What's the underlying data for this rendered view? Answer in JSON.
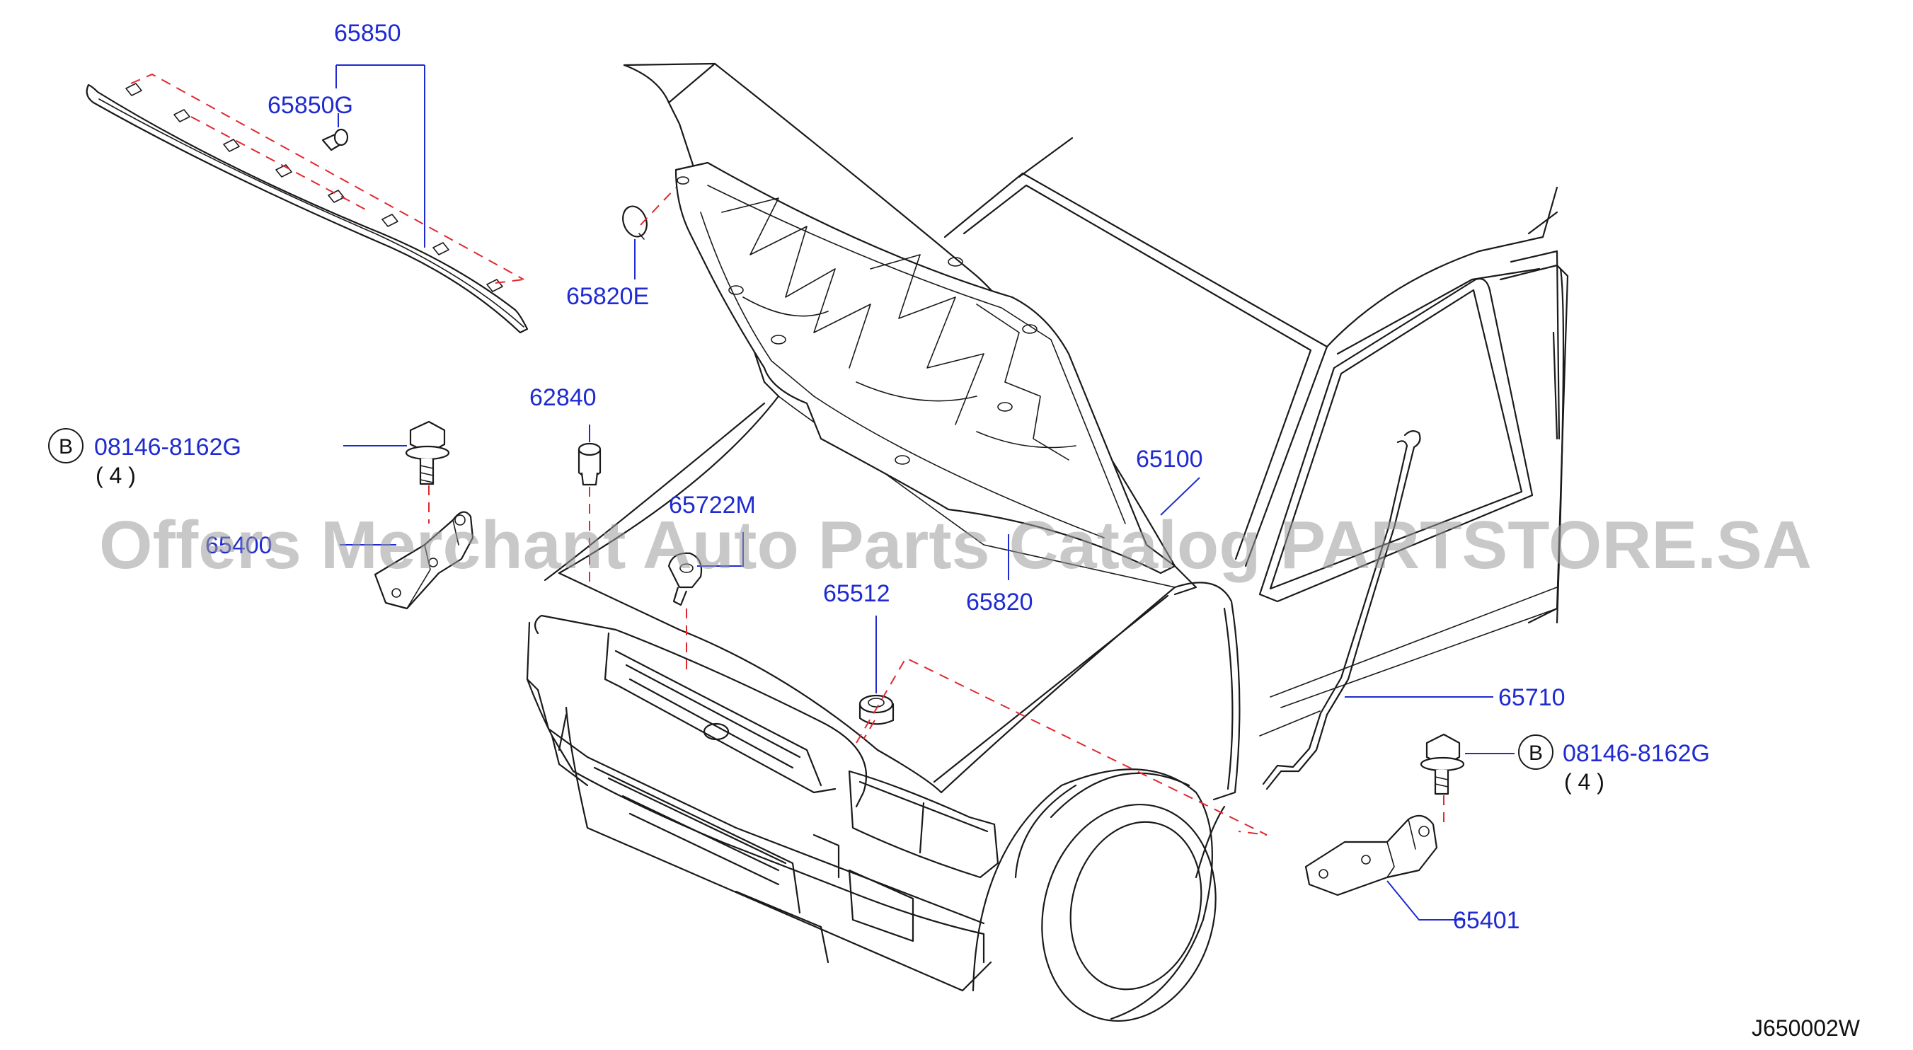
{
  "labels": {
    "p65850": "65850",
    "p65850g": "65850G",
    "p65820e": "65820E",
    "p62840": "62840",
    "p65722m": "65722M",
    "p65400": "65400",
    "p65512": "65512",
    "p65820": "65820",
    "p65100": "65100",
    "p65710": "65710",
    "p65401": "65401"
  },
  "bolts": [
    {
      "letter": "B",
      "code": "08146-8162G",
      "qty": "( 4 )"
    },
    {
      "letter": "B",
      "code": "08146-8162G",
      "qty": "( 4 )"
    }
  ],
  "diagram_code": "J650002W",
  "watermark": "Offers Merchant Auto Parts Catalog PARTSTORE.SA",
  "colors": {
    "label": "#1f2bd1",
    "dashed_guide": "#e0282e",
    "line_art": "#1a1a1a",
    "watermark": "#9a9a9a"
  }
}
